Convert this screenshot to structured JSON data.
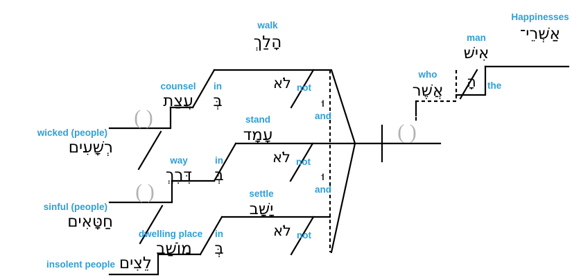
{
  "diagram": {
    "title": "Hebrew syntax diagram",
    "accent_color": "#2e9fd6",
    "line_color": "#000000",
    "ellipsis_color": "#b2b2b2",
    "background": "#ffffff"
  },
  "main_clause": {
    "predicate": {
      "gloss": "Happinesses",
      "hebrew": "אַשְׁרֵי־"
    },
    "subject": {
      "gloss": "man",
      "hebrew": "אִישׁ"
    },
    "article": {
      "gloss": "the",
      "hebrew": "הָ"
    },
    "relative": {
      "gloss": "who",
      "hebrew": "אֲשֶׁר"
    },
    "elided_marker": "( )"
  },
  "clauses": [
    {
      "id": "clause-walk",
      "verb": {
        "gloss": "walk",
        "hebrew": "הָלַךְ"
      },
      "negation": {
        "gloss": "not",
        "hebrew": "לֹא"
      },
      "preposition": {
        "gloss": "in",
        "hebrew": "בְּ"
      },
      "object": {
        "gloss": "counsel",
        "hebrew": "עֲצַת"
      },
      "modifier": {
        "gloss": "wicked (people)",
        "hebrew": "רְשָׁעִים"
      },
      "elided_marker": "( )"
    },
    {
      "id": "clause-stand",
      "verb": {
        "gloss": "stand",
        "hebrew": "עָמָד"
      },
      "negation": {
        "gloss": "not",
        "hebrew": "לֹא"
      },
      "preposition": {
        "gloss": "in",
        "hebrew": "בְּ"
      },
      "object": {
        "gloss": "way",
        "hebrew": "דֶּרֶךְ"
      },
      "modifier": {
        "gloss": "sinful (people)",
        "hebrew": "חַטָּאִים"
      },
      "elided_marker": "( )"
    },
    {
      "id": "clause-settle",
      "verb": {
        "gloss": "settle",
        "hebrew": "יָשָׁב"
      },
      "negation": {
        "gloss": "not",
        "hebrew": "לֹא"
      },
      "preposition": {
        "gloss": "in",
        "hebrew": "בְּ"
      },
      "object": {
        "gloss": "dwelling place",
        "hebrew": "מוֹשַׁב"
      },
      "modifier": {
        "gloss": "insolent people",
        "hebrew": "לֵצִים"
      },
      "elided_marker": ""
    }
  ],
  "conjunctions": [
    {
      "id": "conj-1",
      "gloss": "and",
      "hebrew": "וּ"
    },
    {
      "id": "conj-2",
      "gloss": "and",
      "hebrew": "וּ"
    }
  ]
}
